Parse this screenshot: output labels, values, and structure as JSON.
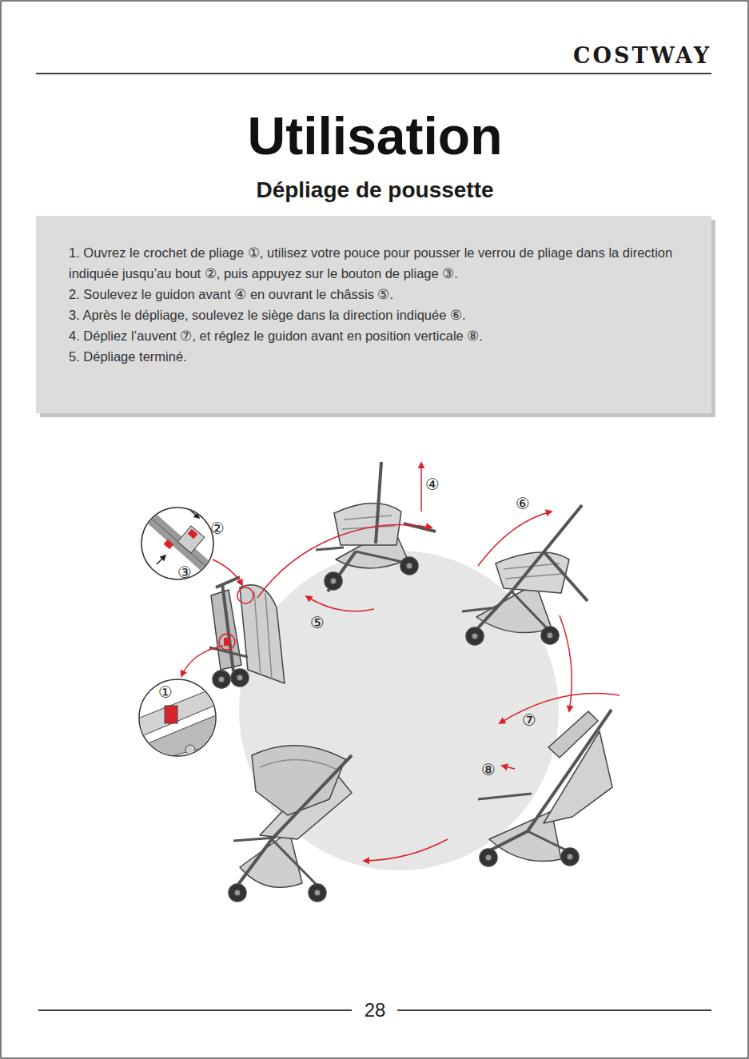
{
  "diagram": {
    "title": "Utilisation",
    "nodes": [
      {
        "text": [
          "1. Ouvrez le crochet de pliage ①, utilisez votre pouce pour pousser le verrou de pliage dans la direction indiquée jusqu’au bout ②, puis appuyez sur le bouton de pliage ③.",
          "2. Soulevez le guidon avant ④ en ouvrant le châssis ⑤.",
          "3. Après le dépliage, soulevez le siège dans la direction indiquée ⑥.",
          "4. Dépliez l’auvent ⑦, et réglez le guidon avant en position verticale ⑧.",
          "5. Dépliage terminé."
        ]
      }
    ],
    "labels": [
      "COSTWAY",
      "Dépliage de poussette",
      "④",
      "⑥",
      "②",
      "③",
      "⑤",
      "①",
      "⑦",
      "⑧",
      "28"
    ]
  }
}
